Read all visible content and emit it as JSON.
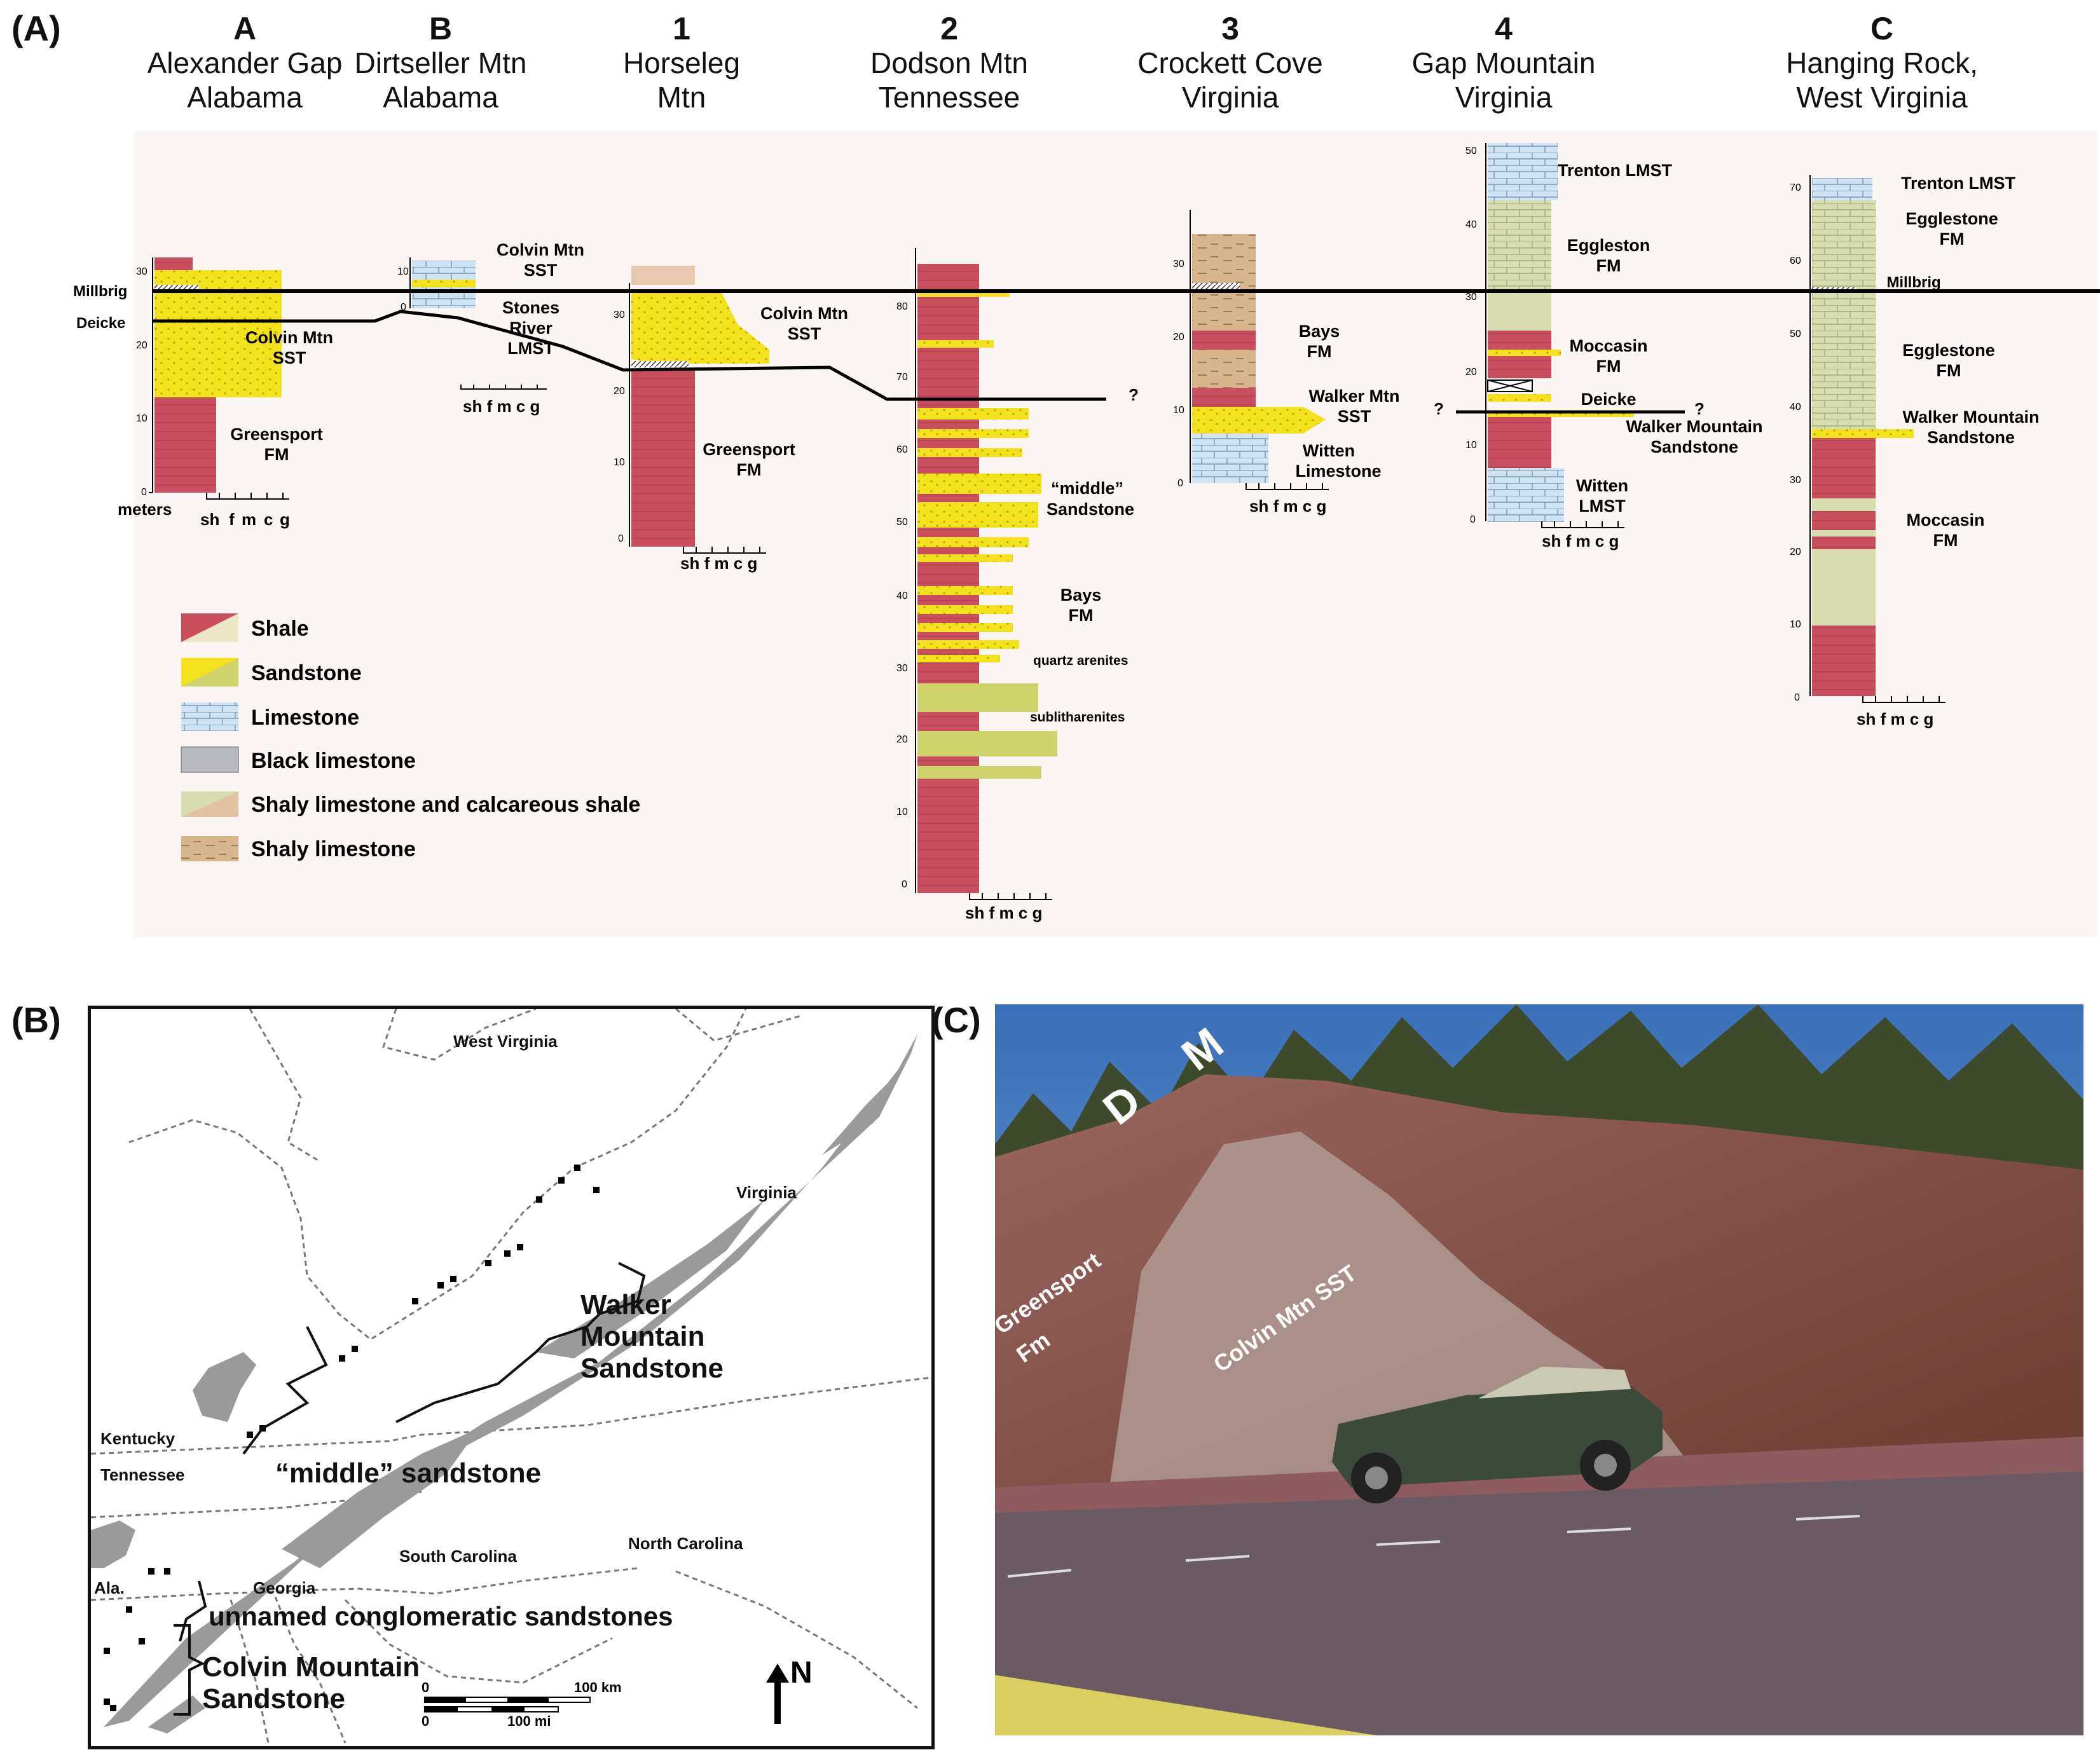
{
  "panels": {
    "a": "(A)",
    "b": "(B)",
    "c": "(C)"
  },
  "columns": [
    {
      "id": "A",
      "line1": "Alexander Gap",
      "line2": "Alabama"
    },
    {
      "id": "B",
      "line1": "Dirtseller Mtn",
      "line2": "Alabama"
    },
    {
      "id": "1",
      "line1": "Horseleg",
      "line2": "Mtn"
    },
    {
      "id": "2",
      "line1": "Dodson Mtn",
      "line2": "Tennessee"
    },
    {
      "id": "3",
      "line1": "Crockett Cove",
      "line2": "Virginia"
    },
    {
      "id": "4",
      "line1": "Gap Mountain",
      "line2": "Virginia"
    },
    {
      "id": "C",
      "line1": "Hanging Rock,",
      "line2": "West Virginia"
    }
  ],
  "grain_scale": [
    "sh",
    "f",
    "m",
    "c",
    "g"
  ],
  "units_label": "meters",
  "correlation_labels": {
    "millbrig": "Millbrig",
    "deicke": "Deicke",
    "question": "?"
  },
  "column_labels": {
    "A": [
      "Colvin Mtn",
      "SST",
      "Greensport",
      "FM"
    ],
    "B": [
      "Colvin Mtn",
      "SST",
      "Stones",
      "River",
      "LMST"
    ],
    "one": [
      "Colvin Mtn",
      "SST",
      "Greensport",
      "FM"
    ],
    "two": [
      "“middle”",
      "Sandstone",
      "Bays",
      "FM",
      "quartz arenites",
      "sublitharenites"
    ],
    "three": [
      "Bays",
      "FM",
      "Walker Mtn",
      "SST",
      "Witten",
      "Limestone"
    ],
    "four": [
      "Trenton LMST",
      "Eggleston",
      "FM",
      "Moccasin",
      "FM",
      "Deicke",
      "Walker Mountain",
      "Sandstone",
      "Witten",
      "LMST"
    ],
    "C": [
      "Trenton LMST",
      "Egglestone",
      "FM",
      "Millbrig",
      "Egglestone",
      "FM",
      "Walker Mountain",
      "Sandstone",
      "Moccasin",
      "FM"
    ]
  },
  "legend": [
    {
      "label": "Shale",
      "color": "#c94f5f"
    },
    {
      "label": "Sandstone",
      "color": "#f2e11b"
    },
    {
      "label": "Limestone",
      "color": "#cfe3f3"
    },
    {
      "label": "Black limestone",
      "color": "#b9b9c2"
    },
    {
      "label": "Shaly limestone and calcareous shale",
      "color": "#d8ddb0"
    },
    {
      "label": "Shaly limestone",
      "color": "#d8b58a"
    }
  ],
  "map": {
    "states": [
      "West Virginia",
      "Virginia",
      "Kentucky",
      "Tennessee",
      "Georgia",
      "South Carolina",
      "North Carolina",
      "Ala."
    ],
    "units": [
      "Walker",
      "Mountain",
      "Sandstone",
      "“middle” sandstone",
      "unnamed conglomeratic sandstones",
      "Colvin Mountain",
      "Sandstone"
    ],
    "scale": {
      "zero_km": "0",
      "km": "100 km",
      "zero_mi": "0",
      "mi": "100 mi"
    },
    "north": "N"
  },
  "photo": {
    "labels": [
      "M",
      "D",
      "Greensport",
      "Fm",
      "Colvin Mtn SST"
    ]
  }
}
